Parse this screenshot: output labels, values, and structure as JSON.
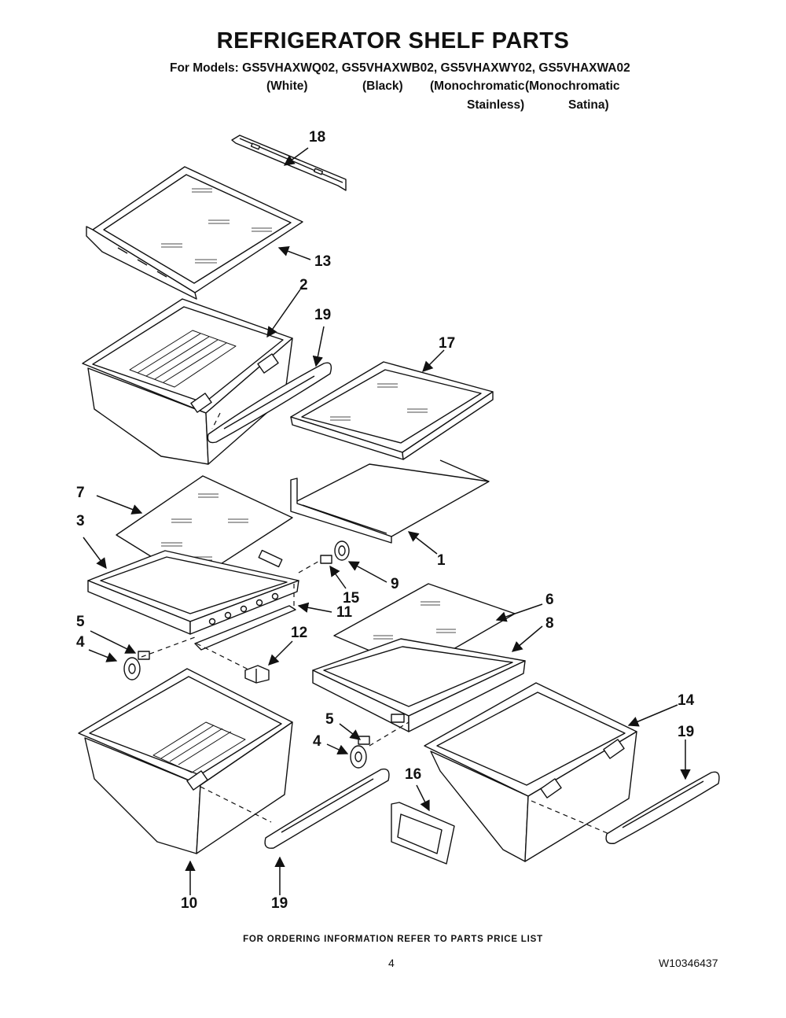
{
  "header": {
    "title": "REFRIGERATOR SHELF PARTS",
    "models_line": "For Models: GS5VHAXWQ02, GS5VHAXWB02, GS5VHAXWY02, GS5VHAXWA02",
    "variants": [
      {
        "line1": "(White)",
        "line2": ""
      },
      {
        "line1": "(Black)",
        "line2": ""
      },
      {
        "line1": "(Monochromatic",
        "line2": "Stainless)"
      },
      {
        "line1": "(Monochromatic",
        "line2": "Satina)"
      }
    ]
  },
  "callouts": {
    "c18": "18",
    "c13": "13",
    "c2": "2",
    "c19a": "19",
    "c17": "17",
    "c7": "7",
    "c3": "3",
    "c1": "1",
    "c9": "9",
    "c15": "15",
    "c11": "11",
    "c6": "6",
    "c8": "8",
    "c5a": "5",
    "c4a": "4",
    "c12": "12",
    "c14": "14",
    "c19b": "19",
    "c5b": "5",
    "c4b": "4",
    "c16": "16",
    "c10": "10",
    "c19c": "19"
  },
  "footer": {
    "note": "FOR ORDERING INFORMATION REFER TO PARTS PRICE LIST",
    "page": "4",
    "doc_number": "W10346437"
  }
}
